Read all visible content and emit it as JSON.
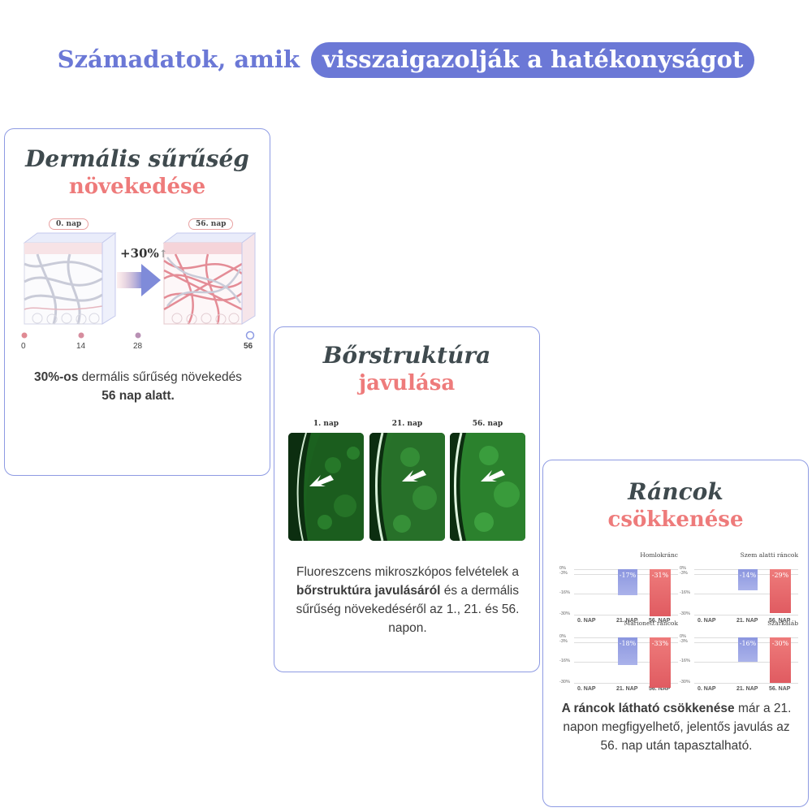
{
  "headline": {
    "lead": "Számadatok, amik",
    "highlight": "visszaigazolják a hatékonyságot"
  },
  "colors": {
    "accent": "#6b78d6",
    "coral": "#ee7b7b",
    "dark_text": "#3f4a4e"
  },
  "card1": {
    "title": "Dermális sűrűség",
    "subtitle": "növekedése",
    "day_start": "0. nap",
    "day_end": "56. nap",
    "increase": "+30%",
    "timeline_ticks": [
      "0",
      "14",
      "28",
      "56"
    ],
    "desc_bold1": "30%-os",
    "desc_text1": " dermális sűrűség növekedés ",
    "desc_bold2": "56 nap alatt."
  },
  "card2": {
    "title": "Bőrstruktúra",
    "subtitle": "javulása",
    "images": [
      "1. nap",
      "21. nap",
      "56. nap"
    ],
    "desc_text1": "Fluoreszcens mikroszkópos felvételek a ",
    "desc_bold": "bőrstruktúra javulásáról",
    "desc_text2": " és a dermális sűrűség növekedéséről az 1., 21. és 56. napon."
  },
  "card3": {
    "title": "Ráncok",
    "subtitle": "csökkenése",
    "desc_bold": "A ráncok látható csökkenése",
    "desc_text": " már a 21. napon megfigyelhető, jelentős javulás az 56. nap után tapasztalható."
  },
  "chart_data": [
    {
      "type": "bar",
      "title": "Homlokránc",
      "categories": [
        "0. NAP",
        "21. NAP",
        "56. NAP"
      ],
      "values": [
        0,
        -17,
        -31
      ],
      "labels": [
        "",
        "-17%",
        "-31%"
      ],
      "yticks": [
        "0%",
        "-3%",
        "-16%",
        "-30%"
      ]
    },
    {
      "type": "bar",
      "title": "Szem alatti ráncok",
      "categories": [
        "0. NAP",
        "21. NAP",
        "56. NAP"
      ],
      "values": [
        0,
        -14,
        -29
      ],
      "labels": [
        "",
        "-14%",
        "-29%"
      ],
      "yticks": [
        "0%",
        "-3%",
        "-16%",
        "-30%"
      ]
    },
    {
      "type": "bar",
      "title": "Marionett ráncok",
      "categories": [
        "0. NAP",
        "21. NAP",
        "56. NAP"
      ],
      "values": [
        0,
        -18,
        -33
      ],
      "labels": [
        "",
        "-18%",
        "-33%"
      ],
      "yticks": [
        "0%",
        "-3%",
        "-16%",
        "-30%"
      ]
    },
    {
      "type": "bar",
      "title": "Szarkaláb",
      "categories": [
        "0. NAP",
        "21. NAP",
        "56. NAP"
      ],
      "values": [
        0,
        -16,
        -30
      ],
      "labels": [
        "",
        "-16%",
        "-30%"
      ],
      "yticks": [
        "0%",
        "-3%",
        "-16%",
        "-30%"
      ]
    }
  ]
}
